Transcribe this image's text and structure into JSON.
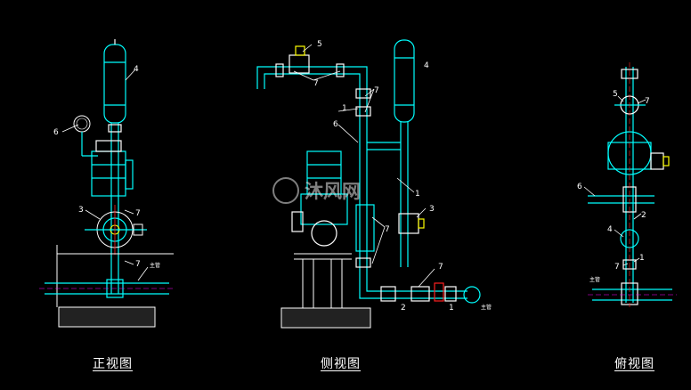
{
  "view_labels": {
    "front": "正视图",
    "side": "侧视图",
    "top": "俯视图"
  },
  "watermark": "沐风网",
  "callouts": [
    "1",
    "2",
    "3",
    "4",
    "5",
    "6",
    "7"
  ],
  "pipe_tag": "主管",
  "colors": {
    "background": "#000000",
    "pipe": "#00ffff",
    "white_lines": "#ffffff",
    "red": "#ff2020",
    "yellow": "#ffff00",
    "magenta": "#ff00ff",
    "green": "#40ff40"
  }
}
